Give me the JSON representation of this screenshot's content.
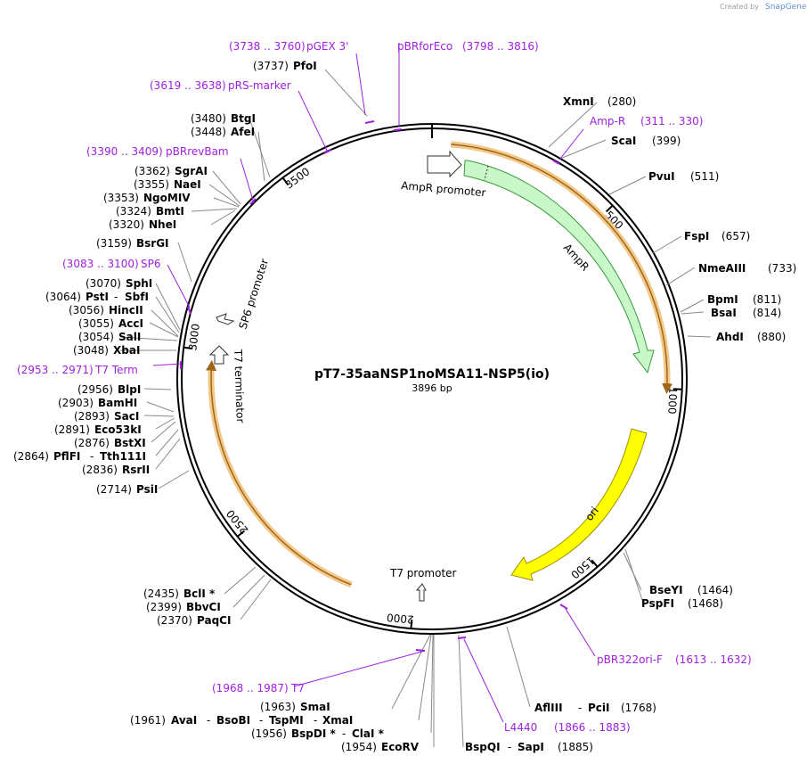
{
  "credit": {
    "created_by": "Created by",
    "brand": "SnapGene"
  },
  "plasmid": {
    "name": "pT7-35aaNSP1noMSA11-NSP5(io)",
    "length_label": "3896 bp",
    "length": 3896
  },
  "colors": {
    "backbone": "#000000",
    "primer": "#a020e0",
    "ampr_fill": "#c9f7c9",
    "ampr_stroke": "#3a9a3a",
    "ori_fill": "#ffff00",
    "ori_stroke": "#a09000",
    "orf_fill": "#f3c98a",
    "orf_stroke": "#a0661a",
    "leader": "#888888"
  },
  "ticks": [
    {
      "bp": 500,
      "label": "500"
    },
    {
      "bp": 1000,
      "label": "1000"
    },
    {
      "bp": 1500,
      "label": "1500"
    },
    {
      "bp": 2000,
      "label": "2000"
    },
    {
      "bp": 2500,
      "label": "2500"
    },
    {
      "bp": 3000,
      "label": "3000"
    },
    {
      "bp": 3500,
      "label": "3500"
    }
  ],
  "features": {
    "ampr": {
      "label": "AmpR",
      "start": 73,
      "end": 933
    },
    "ampr_promoter": {
      "label": "AmpR promoter"
    },
    "ori": {
      "label": "ori",
      "start": 1107,
      "end": 1693
    },
    "t7_promoter": {
      "label": "T7 promoter"
    },
    "t7_terminator": {
      "label": "T7 terminator"
    },
    "sp6_promoter": {
      "label": "SP6 promoter"
    }
  },
  "enzymes_right": [
    {
      "name": "XmnI",
      "pos": "(280)"
    },
    {
      "name": "ScaI",
      "pos": "(399)"
    },
    {
      "name": "PvuI",
      "pos": "(511)"
    },
    {
      "name": "FspI",
      "pos": "(657)"
    },
    {
      "name": "NmeAIII",
      "pos": "(733)"
    },
    {
      "name": "BpmI",
      "pos": "(811)"
    },
    {
      "name": "BsaI",
      "pos": "(814)"
    },
    {
      "name": "AhdI",
      "pos": "(880)"
    },
    {
      "name": "BseYI",
      "pos": "(1464)"
    },
    {
      "name": "PspFI",
      "pos": "(1468)"
    }
  ],
  "enzymes_left": [
    {
      "name": "PfoI",
      "pos": "(3737)"
    },
    {
      "name": "BtgI",
      "pos": "(3480)"
    },
    {
      "name": "AfeI",
      "pos": "(3448)"
    },
    {
      "name": "SgrAI",
      "pos": "(3362)"
    },
    {
      "name": "NaeI",
      "pos": "(3355)"
    },
    {
      "name": "NgoMIV",
      "pos": "(3353)"
    },
    {
      "name": "BmtI",
      "pos": "(3324)"
    },
    {
      "name": "NheI",
      "pos": "(3320)"
    },
    {
      "name": "BsrGI",
      "pos": "(3159)"
    },
    {
      "name": "SphI",
      "pos": "(3070)"
    },
    {
      "name": "PstI",
      "pos": "(3064)",
      "extra": "SbfI"
    },
    {
      "name": "HincII",
      "pos": "(3056)"
    },
    {
      "name": "AccI",
      "pos": "(3055)"
    },
    {
      "name": "SalI",
      "pos": "(3054)"
    },
    {
      "name": "XbaI",
      "pos": "(3048)"
    },
    {
      "name": "BlpI",
      "pos": "(2956)"
    },
    {
      "name": "BamHI",
      "pos": "(2903)"
    },
    {
      "name": "SacI",
      "pos": "(2893)"
    },
    {
      "name": "Eco53kI",
      "pos": "(2891)"
    },
    {
      "name": "BstXI",
      "pos": "(2876)"
    },
    {
      "name": "PflFI",
      "pos": "(2864)",
      "extra": "Tth111I"
    },
    {
      "name": "RsrII",
      "pos": "(2836)"
    },
    {
      "name": "PsiI",
      "pos": "(2714)"
    },
    {
      "name": "BclI *",
      "pos": "(2435)"
    },
    {
      "name": "BbvCI",
      "pos": "(2399)"
    },
    {
      "name": "PaqCI",
      "pos": "(2370)"
    }
  ],
  "enzymes_bottom": [
    {
      "name": "AflIII",
      "extra": "PciI",
      "pos": "(1768)"
    },
    {
      "name": "BspQI",
      "extra": "SapI",
      "pos": "(1885)"
    },
    {
      "name": "EcoRV",
      "pos": "(1954)"
    },
    {
      "name": "BspDI *",
      "extra": "ClaI *",
      "pos": "(1956)"
    },
    {
      "name": "AvaI",
      "extra": "BsoBI",
      "extra2": "TspMI",
      "extra3": "XmaI",
      "pos": "(1961)"
    },
    {
      "name": "SmaI",
      "pos": "(1963)"
    }
  ],
  "primers": [
    {
      "name": "pGEX 3'",
      "range": "(3738 .. 3760)"
    },
    {
      "name": "pBRforEco",
      "range": "(3798 .. 3816)"
    },
    {
      "name": "pRS-marker",
      "range": "(3619 .. 3638)"
    },
    {
      "name": "pBRrevBam",
      "range": "(3390 .. 3409)"
    },
    {
      "name": "SP6",
      "range": "(3083 .. 3100)"
    },
    {
      "name": "T7 Term",
      "range": "(2953 .. 2971)"
    },
    {
      "name": "Amp-R",
      "range": "(311 .. 330)"
    },
    {
      "name": "pBR322ori-F",
      "range": "(1613 .. 1632)"
    },
    {
      "name": "L4440",
      "range": "(1866 .. 1883)"
    },
    {
      "name": "T7",
      "range": "(1968 .. 1987)"
    }
  ]
}
